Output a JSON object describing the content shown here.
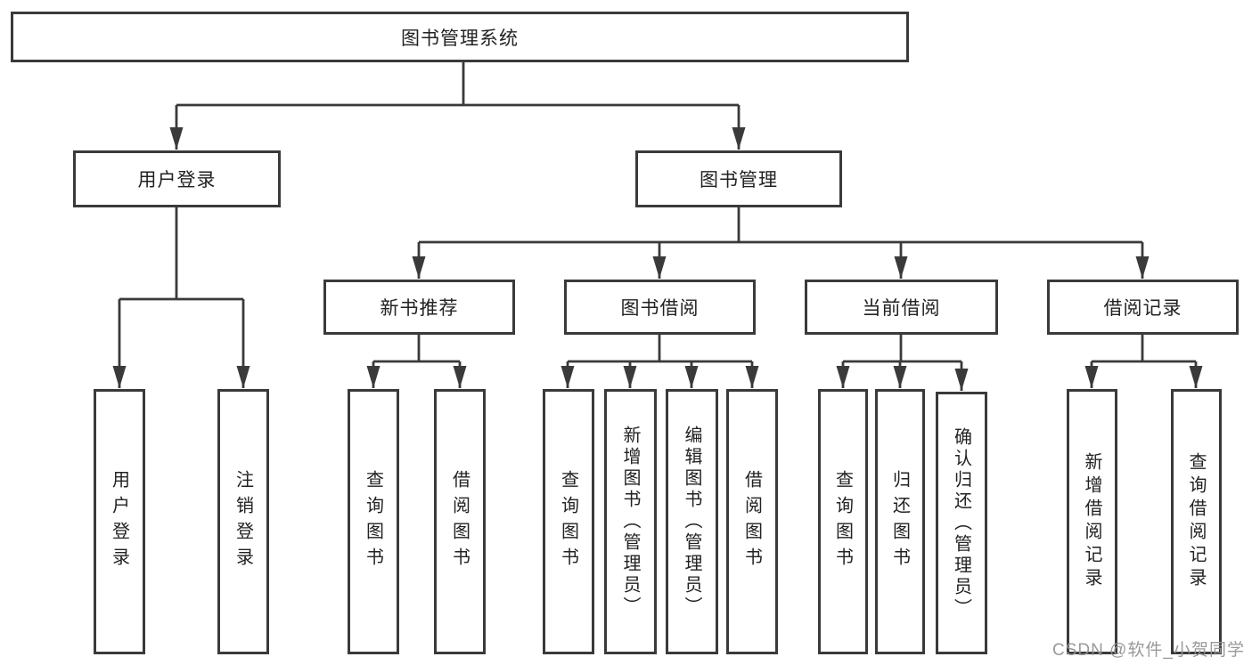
{
  "diagram": {
    "title": "图书管理系统",
    "branches": [
      {
        "label": "用户登录",
        "children": [
          "用户登录",
          "注销登录"
        ]
      },
      {
        "label": "图书管理",
        "sections": [
          {
            "label": "新书推荐",
            "children": [
              "查询图书",
              "借阅图书"
            ]
          },
          {
            "label": "图书借阅",
            "children": [
              "查询图书",
              "新增图书（管理员）",
              "编辑图书（管理员）",
              "借阅图书"
            ]
          },
          {
            "label": "当前借阅",
            "children": [
              "查询图书",
              "归还图书",
              "确认归还（管理员）"
            ]
          },
          {
            "label": "借阅记录",
            "children": [
              "新增借阅记录",
              "查询借阅记录"
            ]
          }
        ]
      }
    ],
    "line_color": "#3a3a3a",
    "background_color": "#ffffff"
  },
  "watermark": {
    "text": "CSDN @软件_小贺同学"
  }
}
